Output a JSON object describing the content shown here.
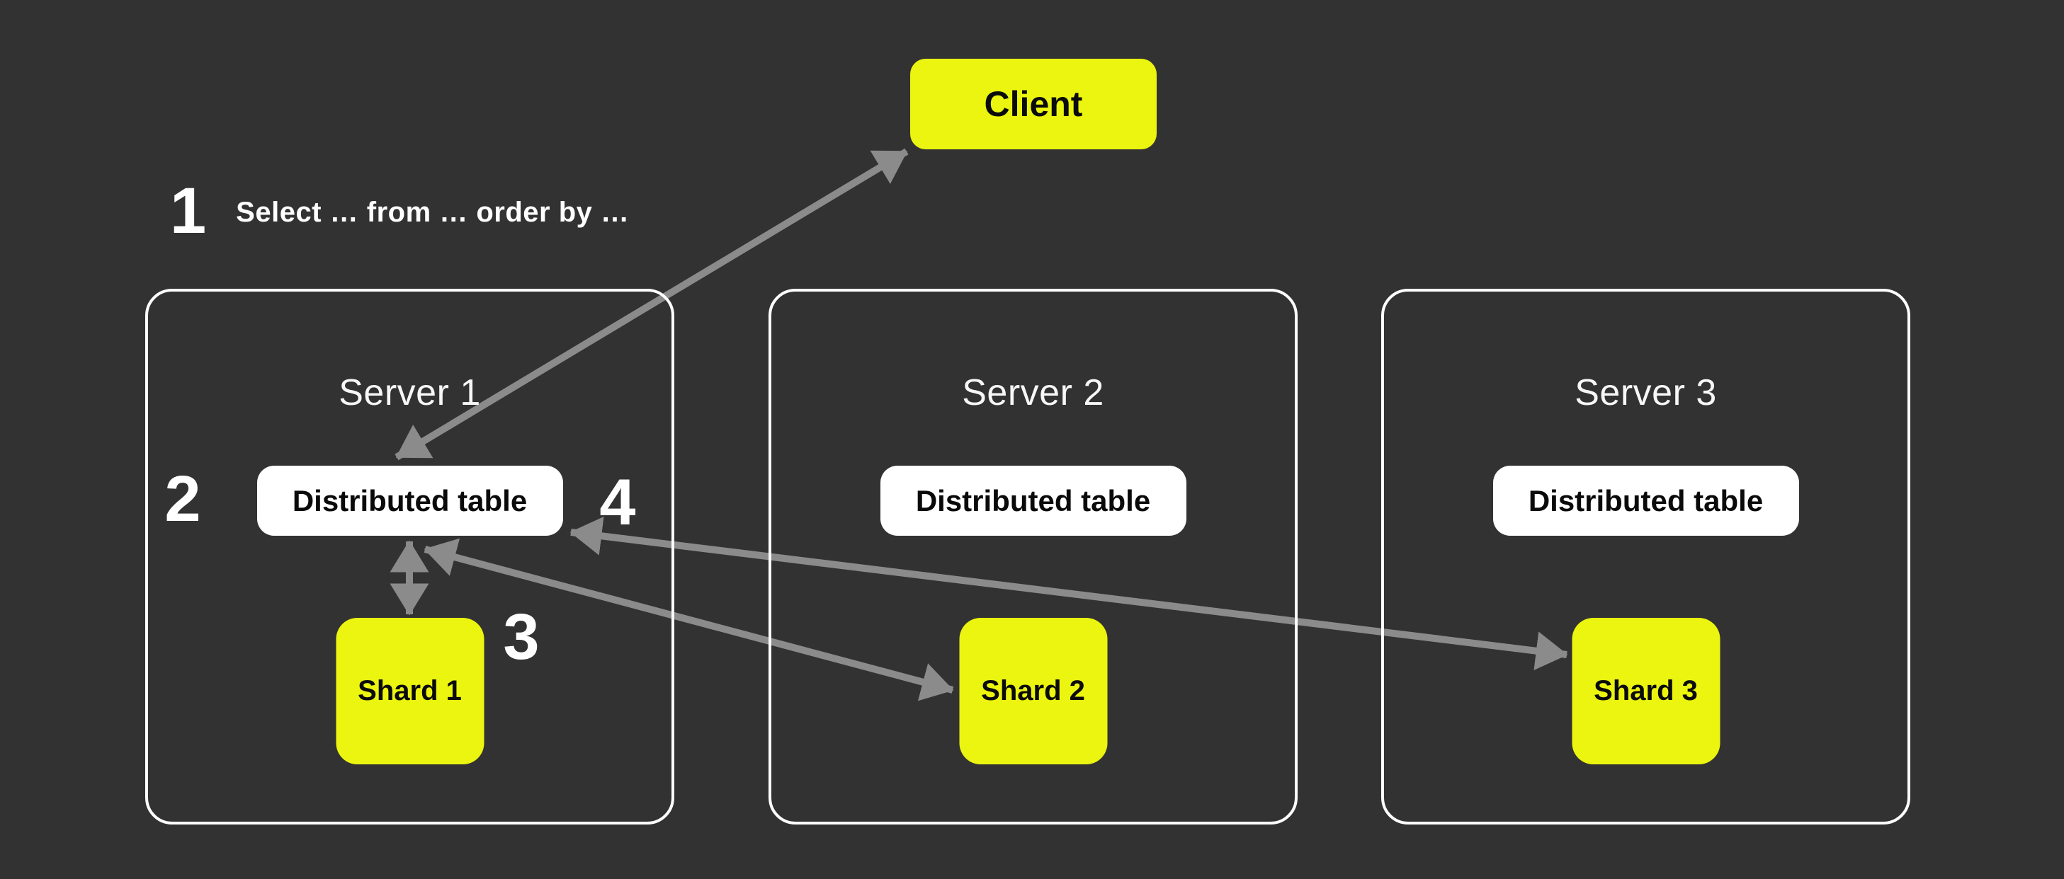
{
  "diagram": {
    "client": {
      "label": "Client"
    },
    "steps": {
      "step1": {
        "number": "1",
        "label": "Select … from … order by …"
      },
      "step2": {
        "number": "2"
      },
      "step3": {
        "number": "3"
      },
      "step4": {
        "number": "4"
      }
    },
    "servers": [
      {
        "title": "Server 1",
        "table_label": "Distributed table",
        "shard_label": "Shard 1"
      },
      {
        "title": "Server 2",
        "table_label": "Distributed table",
        "shard_label": "Shard 2"
      },
      {
        "title": "Server 3",
        "table_label": "Distributed table",
        "shard_label": "Shard 3"
      }
    ],
    "arrows": [
      {
        "name": "client-distributed-table-1",
        "bidirectional": true
      },
      {
        "name": "distributed-table-1-shard-1",
        "bidirectional": true
      },
      {
        "name": "distributed-table-1-shard-2",
        "bidirectional": true
      },
      {
        "name": "distributed-table-1-shard-3",
        "bidirectional": true
      }
    ],
    "colors": {
      "background": "#323232",
      "accent_yellow": "#EBF50F",
      "arrow_gray": "#8B8B8B",
      "node_white": "#FFFFFF",
      "text_black": "#0B0B0B",
      "text_white": "#FFFFFF"
    }
  }
}
